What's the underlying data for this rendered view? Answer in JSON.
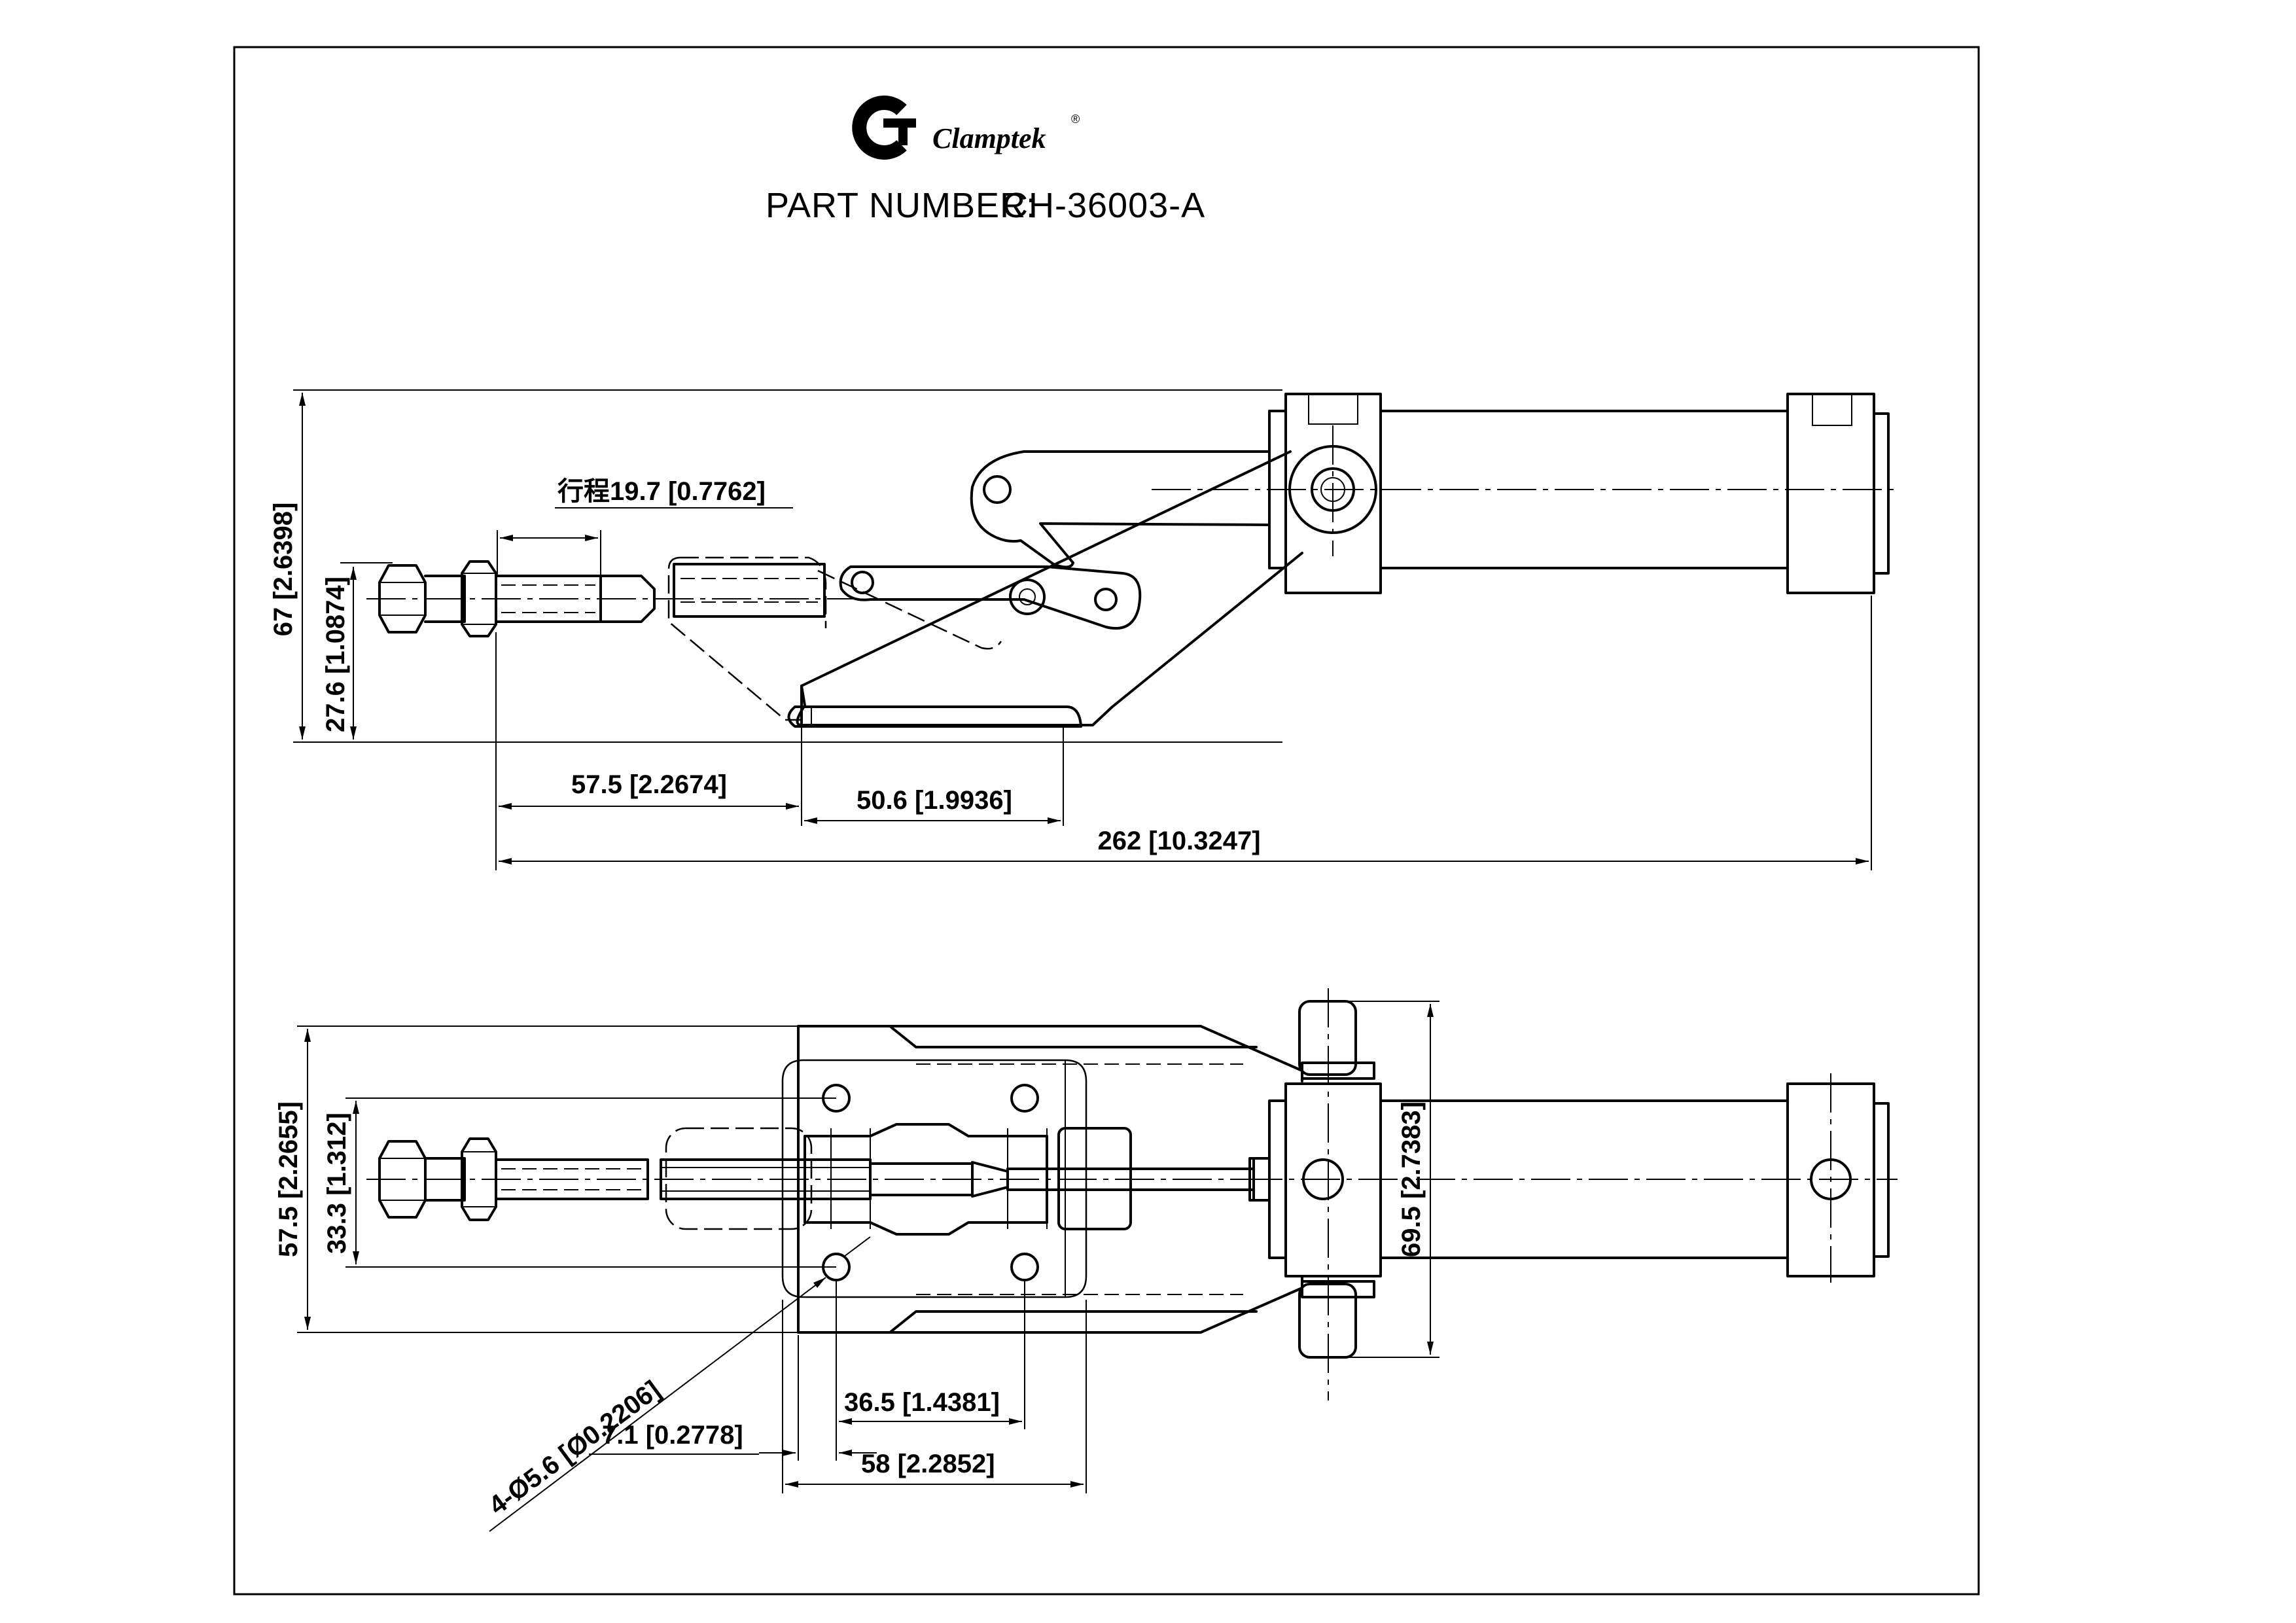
{
  "title_block": {
    "brand": "Clamptek",
    "registered_mark": "®",
    "part_number_label": "PART NUMBER:",
    "part_number": "CH-36003-A"
  },
  "side_view": {
    "dims": {
      "overall_height": "67 [2.6398]",
      "plunger_height": "27.6 [1.0874]",
      "stroke": "行程19.7 [0.7762]",
      "plunger_to_base": "57.5 [2.2674]",
      "base_length": "50.6 [1.9936]",
      "overall_length": "262 [10.3247]"
    }
  },
  "plan_view": {
    "dims": {
      "overall_width": "57.5 [2.2655]",
      "hole_spacing_y": "33.3 [1.312]",
      "mount_holes": "4-Ø5.6 [Ø0.2206]",
      "hole_edge_offset": "7.1 [0.2778]",
      "hole_spacing_x": "36.5 [1.4381]",
      "base_width": "58 [2.2852]",
      "pivot_width": "69.5 [2.7383]"
    }
  },
  "colors": {
    "line": "#000000",
    "background": "#ffffff"
  }
}
